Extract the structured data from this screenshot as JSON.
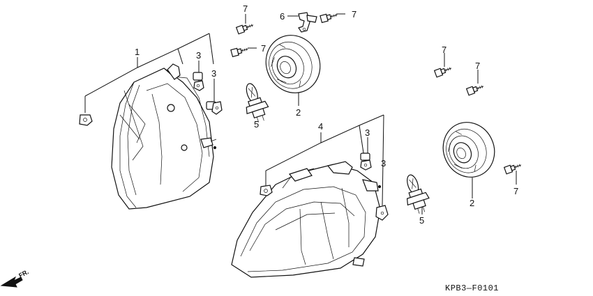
{
  "diagram_code": "KPB3—F0101",
  "front_marker": "FR.",
  "callouts": {
    "c1": "1",
    "c2a": "2",
    "c2b": "2",
    "c3a": "3",
    "c3b": "3",
    "c3c": "3",
    "c3d": "3",
    "c4": "4",
    "c5a": "5",
    "c5b": "5",
    "c6": "6",
    "c7a": "7",
    "c7b": "7",
    "c7c": "7",
    "c7d": "7",
    "c7e": "7",
    "c7f": "7"
  }
}
